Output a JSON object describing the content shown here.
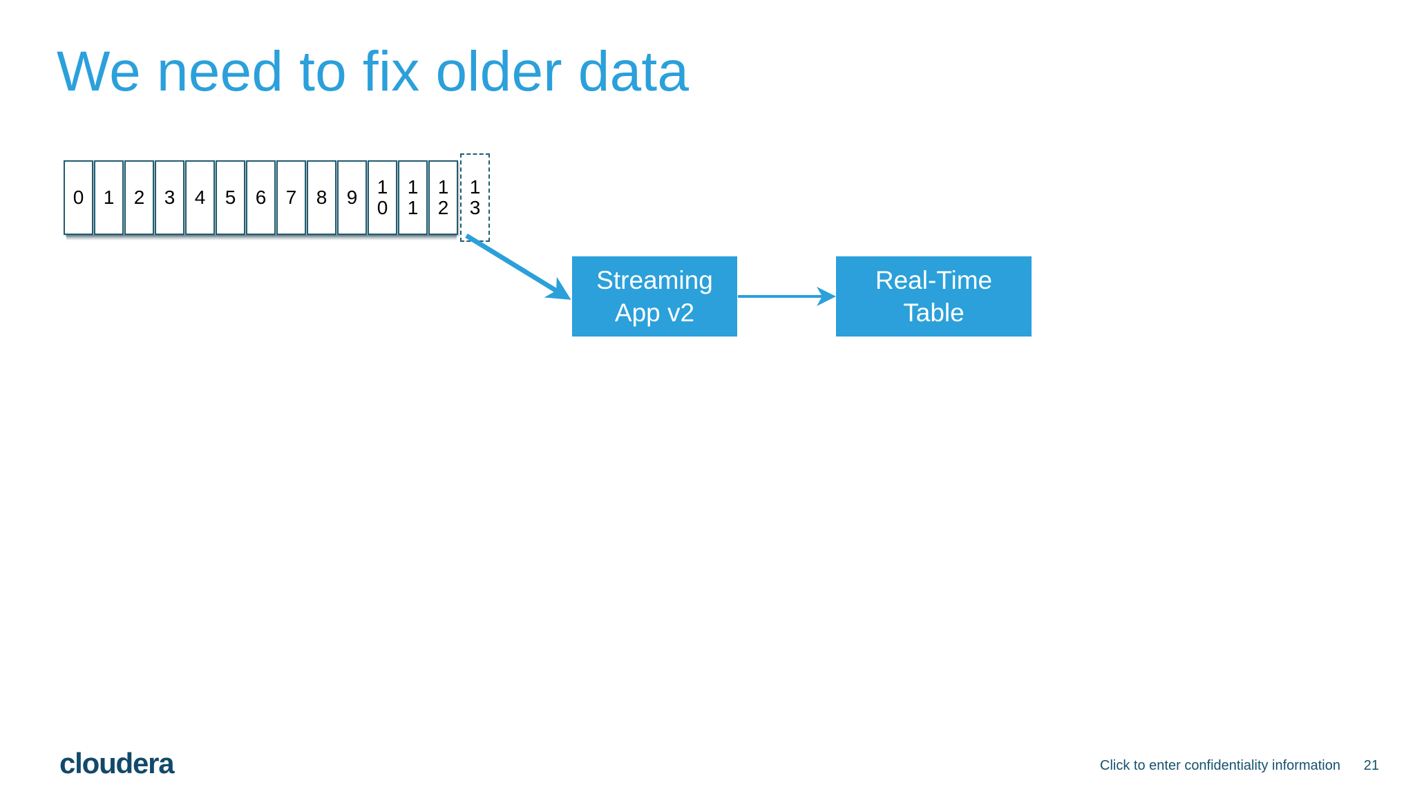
{
  "slide": {
    "title": "We need to fix older data",
    "title_color": "#2ba0da",
    "background": "#ffffff"
  },
  "partition_strip": {
    "name": "partition-strip",
    "border_color": "#1f5c70",
    "solid_cells": [
      {
        "label": "0",
        "lines": [
          "0"
        ]
      },
      {
        "label": "1",
        "lines": [
          "1"
        ]
      },
      {
        "label": "2",
        "lines": [
          "2"
        ]
      },
      {
        "label": "3",
        "lines": [
          "3"
        ]
      },
      {
        "label": "4",
        "lines": [
          "4"
        ]
      },
      {
        "label": "5",
        "lines": [
          "5"
        ]
      },
      {
        "label": "6",
        "lines": [
          "6"
        ]
      },
      {
        "label": "7",
        "lines": [
          "7"
        ]
      },
      {
        "label": "8",
        "lines": [
          "8"
        ]
      },
      {
        "label": "9",
        "lines": [
          "9"
        ]
      },
      {
        "label": "10",
        "lines": [
          "1",
          "0"
        ]
      },
      {
        "label": "11",
        "lines": [
          "1",
          "1"
        ]
      },
      {
        "label": "12",
        "lines": [
          "1",
          "2"
        ]
      }
    ],
    "pending_cell": {
      "label": "13",
      "lines": [
        "1",
        "3"
      ],
      "style": "dashed"
    }
  },
  "flow": {
    "accent_color": "#2ba0da",
    "boxes": [
      {
        "id": "streaming-app",
        "lines": [
          "Streaming",
          "App v2"
        ]
      },
      {
        "id": "real-time-table",
        "lines": [
          "Real-Time",
          "Table"
        ]
      }
    ],
    "arrows": [
      {
        "id": "arrow-partition-to-app",
        "from": "pending-cell-13",
        "to": "streaming-app"
      },
      {
        "id": "arrow-app-to-table",
        "from": "streaming-app",
        "to": "real-time-table"
      }
    ]
  },
  "footer": {
    "logo": "cloudera",
    "logo_color": "#12496b",
    "confidentiality": "Click to enter confidentiality information",
    "page_number": "21"
  }
}
